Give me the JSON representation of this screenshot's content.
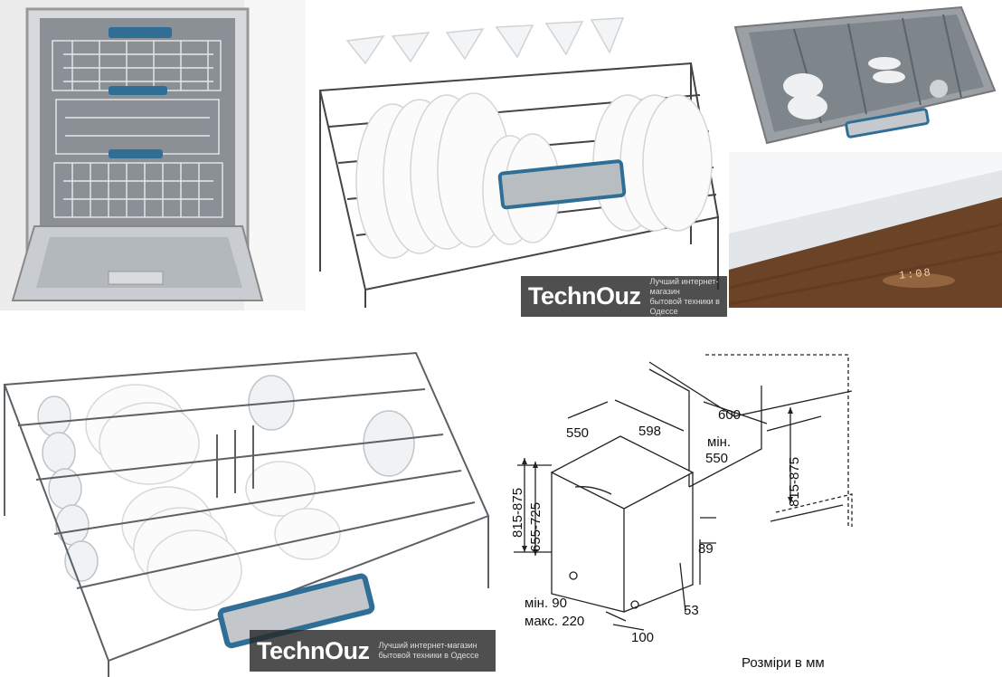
{
  "watermark": {
    "brand": "TechnOuz",
    "tagline_line1": "Лучший интернет-магазин",
    "tagline_line2": "бытовой техники в Одессе"
  },
  "display": {
    "readout": "1:08"
  },
  "drawing": {
    "width_550_top": "550",
    "width_598": "598",
    "depth_600": "600",
    "min_label": "мін.",
    "min_550": "550",
    "height_815_875_left": "815-875",
    "height_655_725": "655-725",
    "height_815_875_right": "815-875",
    "dim_89": "89",
    "dim_53": "53",
    "dim_100": "100",
    "min_90": "мін. 90",
    "max_220": "макс. 220",
    "caption": "Розміри в мм"
  },
  "colors": {
    "stainless": "#b9bec3",
    "wood": "#6b4327",
    "handle_blue": "#2f6f96"
  }
}
